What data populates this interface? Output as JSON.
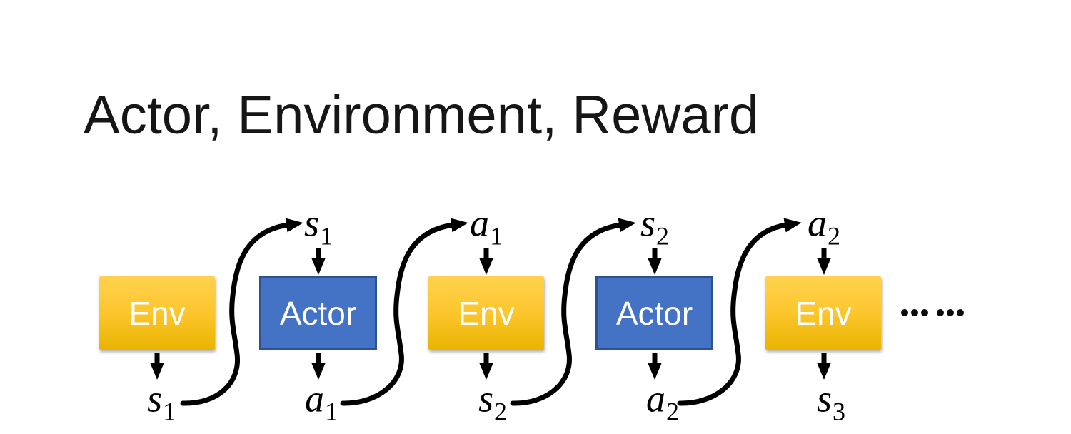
{
  "title": "Actor, Environment, Reward",
  "colors": {
    "env_gradient_top": "#FFD24F",
    "env_gradient_mid": "#FCC62D",
    "env_gradient_bottom": "#E9B400",
    "actor_fill": "#4472C4",
    "actor_border": "#2F528F",
    "arrow_color": "#000000",
    "title_color": "#161616",
    "label_color": "#000000",
    "box_text_color": "#FFFFFF"
  },
  "diagram": {
    "boxes": [
      {
        "id": "env-1",
        "type": "env",
        "label": "Env"
      },
      {
        "id": "actor-1",
        "type": "actor",
        "label": "Actor"
      },
      {
        "id": "env-2",
        "type": "env",
        "label": "Env"
      },
      {
        "id": "actor-2",
        "type": "actor",
        "label": "Actor"
      },
      {
        "id": "env-3",
        "type": "env",
        "label": "Env"
      }
    ],
    "top_labels": [
      {
        "base": "s",
        "sub": "1"
      },
      {
        "base": "a",
        "sub": "1"
      },
      {
        "base": "s",
        "sub": "2"
      },
      {
        "base": "a",
        "sub": "2"
      }
    ],
    "bottom_labels": [
      {
        "base": "s",
        "sub": "1"
      },
      {
        "base": "a",
        "sub": "1"
      },
      {
        "base": "s",
        "sub": "2"
      },
      {
        "base": "a",
        "sub": "2"
      },
      {
        "base": "s",
        "sub": "3"
      }
    ],
    "ellipsis_dots": 6,
    "ellipsis_group_size": 3
  }
}
